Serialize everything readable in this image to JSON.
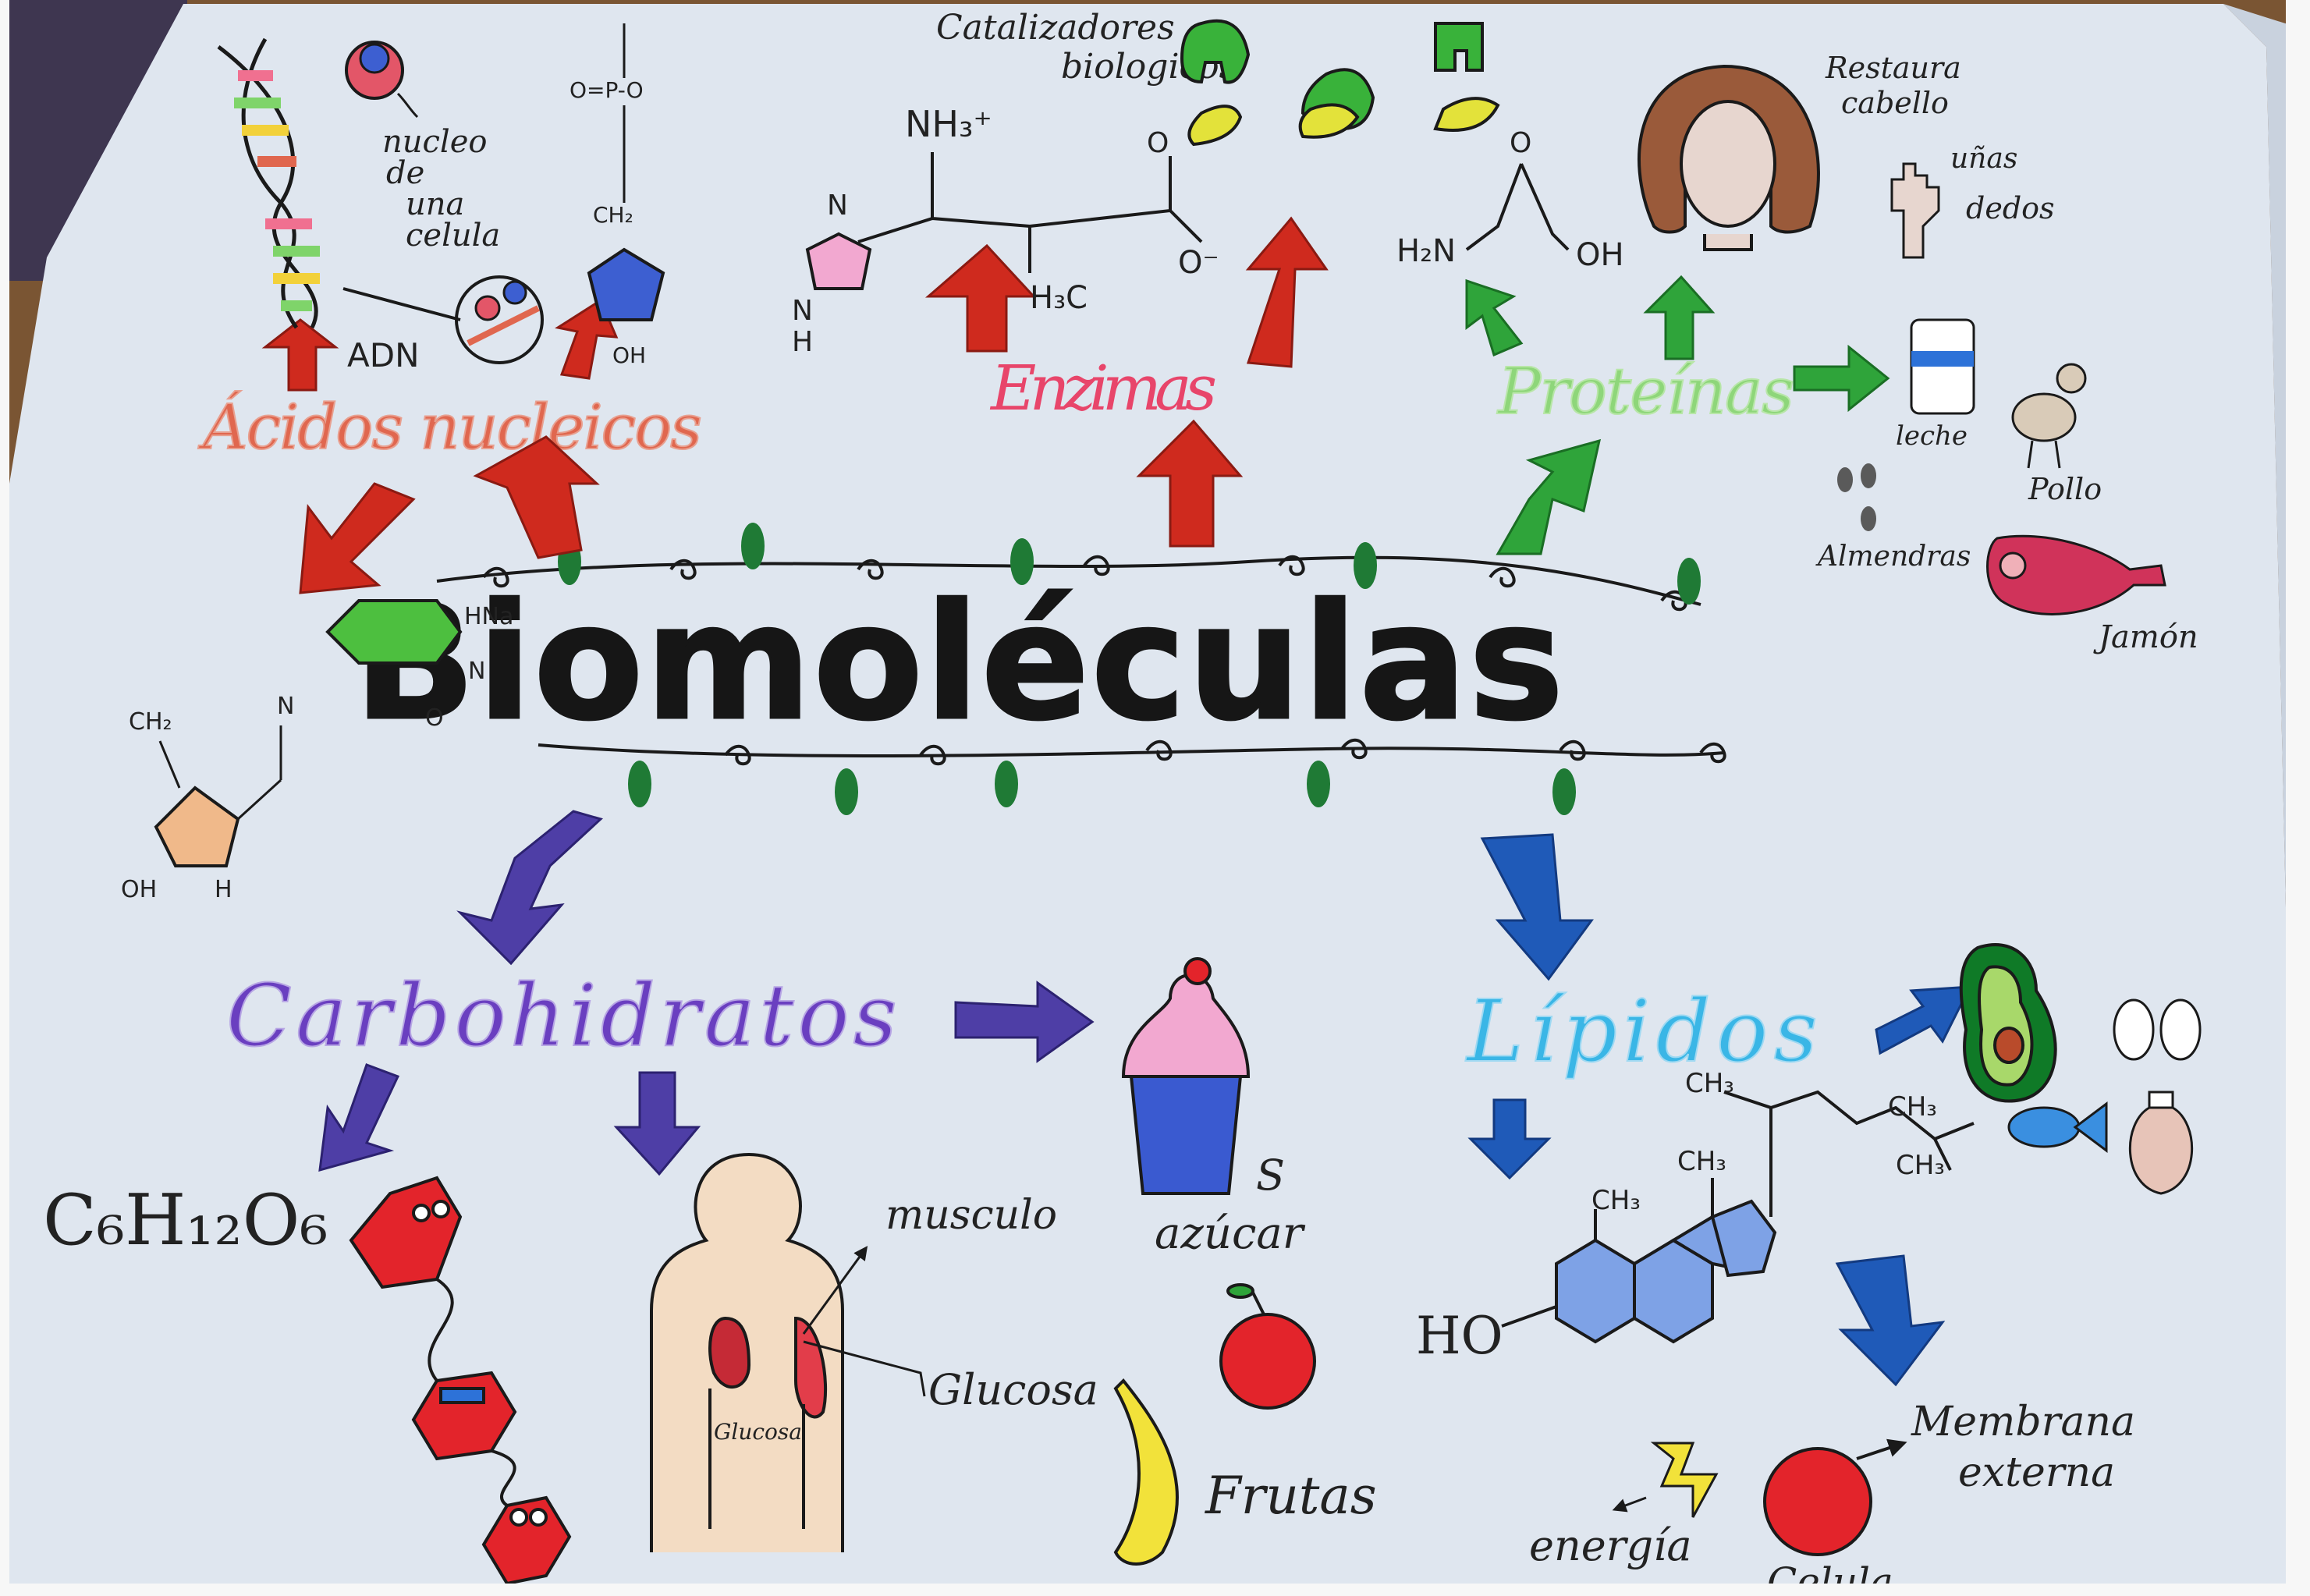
{
  "title": "Biomoléculas",
  "branches": {
    "acidos": {
      "label": "Ácidos nucleicos",
      "color": "#e0674f"
    },
    "enzimas": {
      "label": "Enzimas",
      "color": "#e8456a"
    },
    "proteinas": {
      "label": "Proteínas",
      "color": "#7fd46a"
    },
    "carbohidratos": {
      "label": "Carbohidratos",
      "color": "#6a3fc0"
    },
    "lipidos": {
      "label": "Lípidos",
      "color": "#3ab6e6"
    }
  },
  "acidos_notes": {
    "nucleo": "nucleo",
    "de": "de",
    "una": "una",
    "celula": "celula",
    "adn": "ADN"
  },
  "enzimas_notes": {
    "catalizadores": "Catalizadores",
    "biologicos": "biologicos"
  },
  "proteinas_notes": {
    "restaura": "Restaura",
    "cabello": "cabello",
    "unas": "uñas",
    "dedos": "dedos",
    "leche": "leche",
    "pollo": "Pollo",
    "almendras": "Almendras",
    "jamon": "Jamón"
  },
  "carbohidratos_notes": {
    "formula": "C₆H₁₂O₆",
    "musculo": "musculo",
    "glucosa": "Glucosa",
    "glucosa_small": "Glucosa",
    "azucar": "azúcar",
    "s": "S",
    "frutas": "Frutas"
  },
  "lipidos_notes": {
    "membrana": "Membrana",
    "externa": "externa",
    "energia": "energía",
    "celula": "Celula",
    "ho": "HO"
  },
  "chem": {
    "nh3": "NH₃⁺",
    "n": "N",
    "h": "H",
    "h3c": "H₃C",
    "o_minus": "O⁻",
    "o": "O",
    "h2n": "H₂N",
    "oh": "OH",
    "ch2": "CH₂",
    "hna": "HNa",
    "ch3": "CH₃",
    "p": "P",
    "o_eq_p": "O=P-O"
  },
  "colors": {
    "paper": "#dde5ef",
    "red_arrow": "#cf2a1e",
    "green_arrow": "#2fa43a",
    "purple_arrow": "#4e3ea6",
    "blue_arrow": "#1f5ab8",
    "leaf": "#1f7a35",
    "ink": "#1a1a1a"
  },
  "icons": [
    "dna-icon",
    "cell-nucleus-icon",
    "enzyme-icon",
    "woman-face-icon",
    "hand-icon",
    "milk-icon",
    "chicken-icon",
    "almonds-icon",
    "ham-icon",
    "cupcake-icon",
    "apple-icon",
    "banana-icon",
    "body-icon",
    "hexagon-sugar-icon",
    "steroid-icon",
    "avocado-icon",
    "fish-icon",
    "egg-icon",
    "cell-icon",
    "lightning-icon"
  ]
}
